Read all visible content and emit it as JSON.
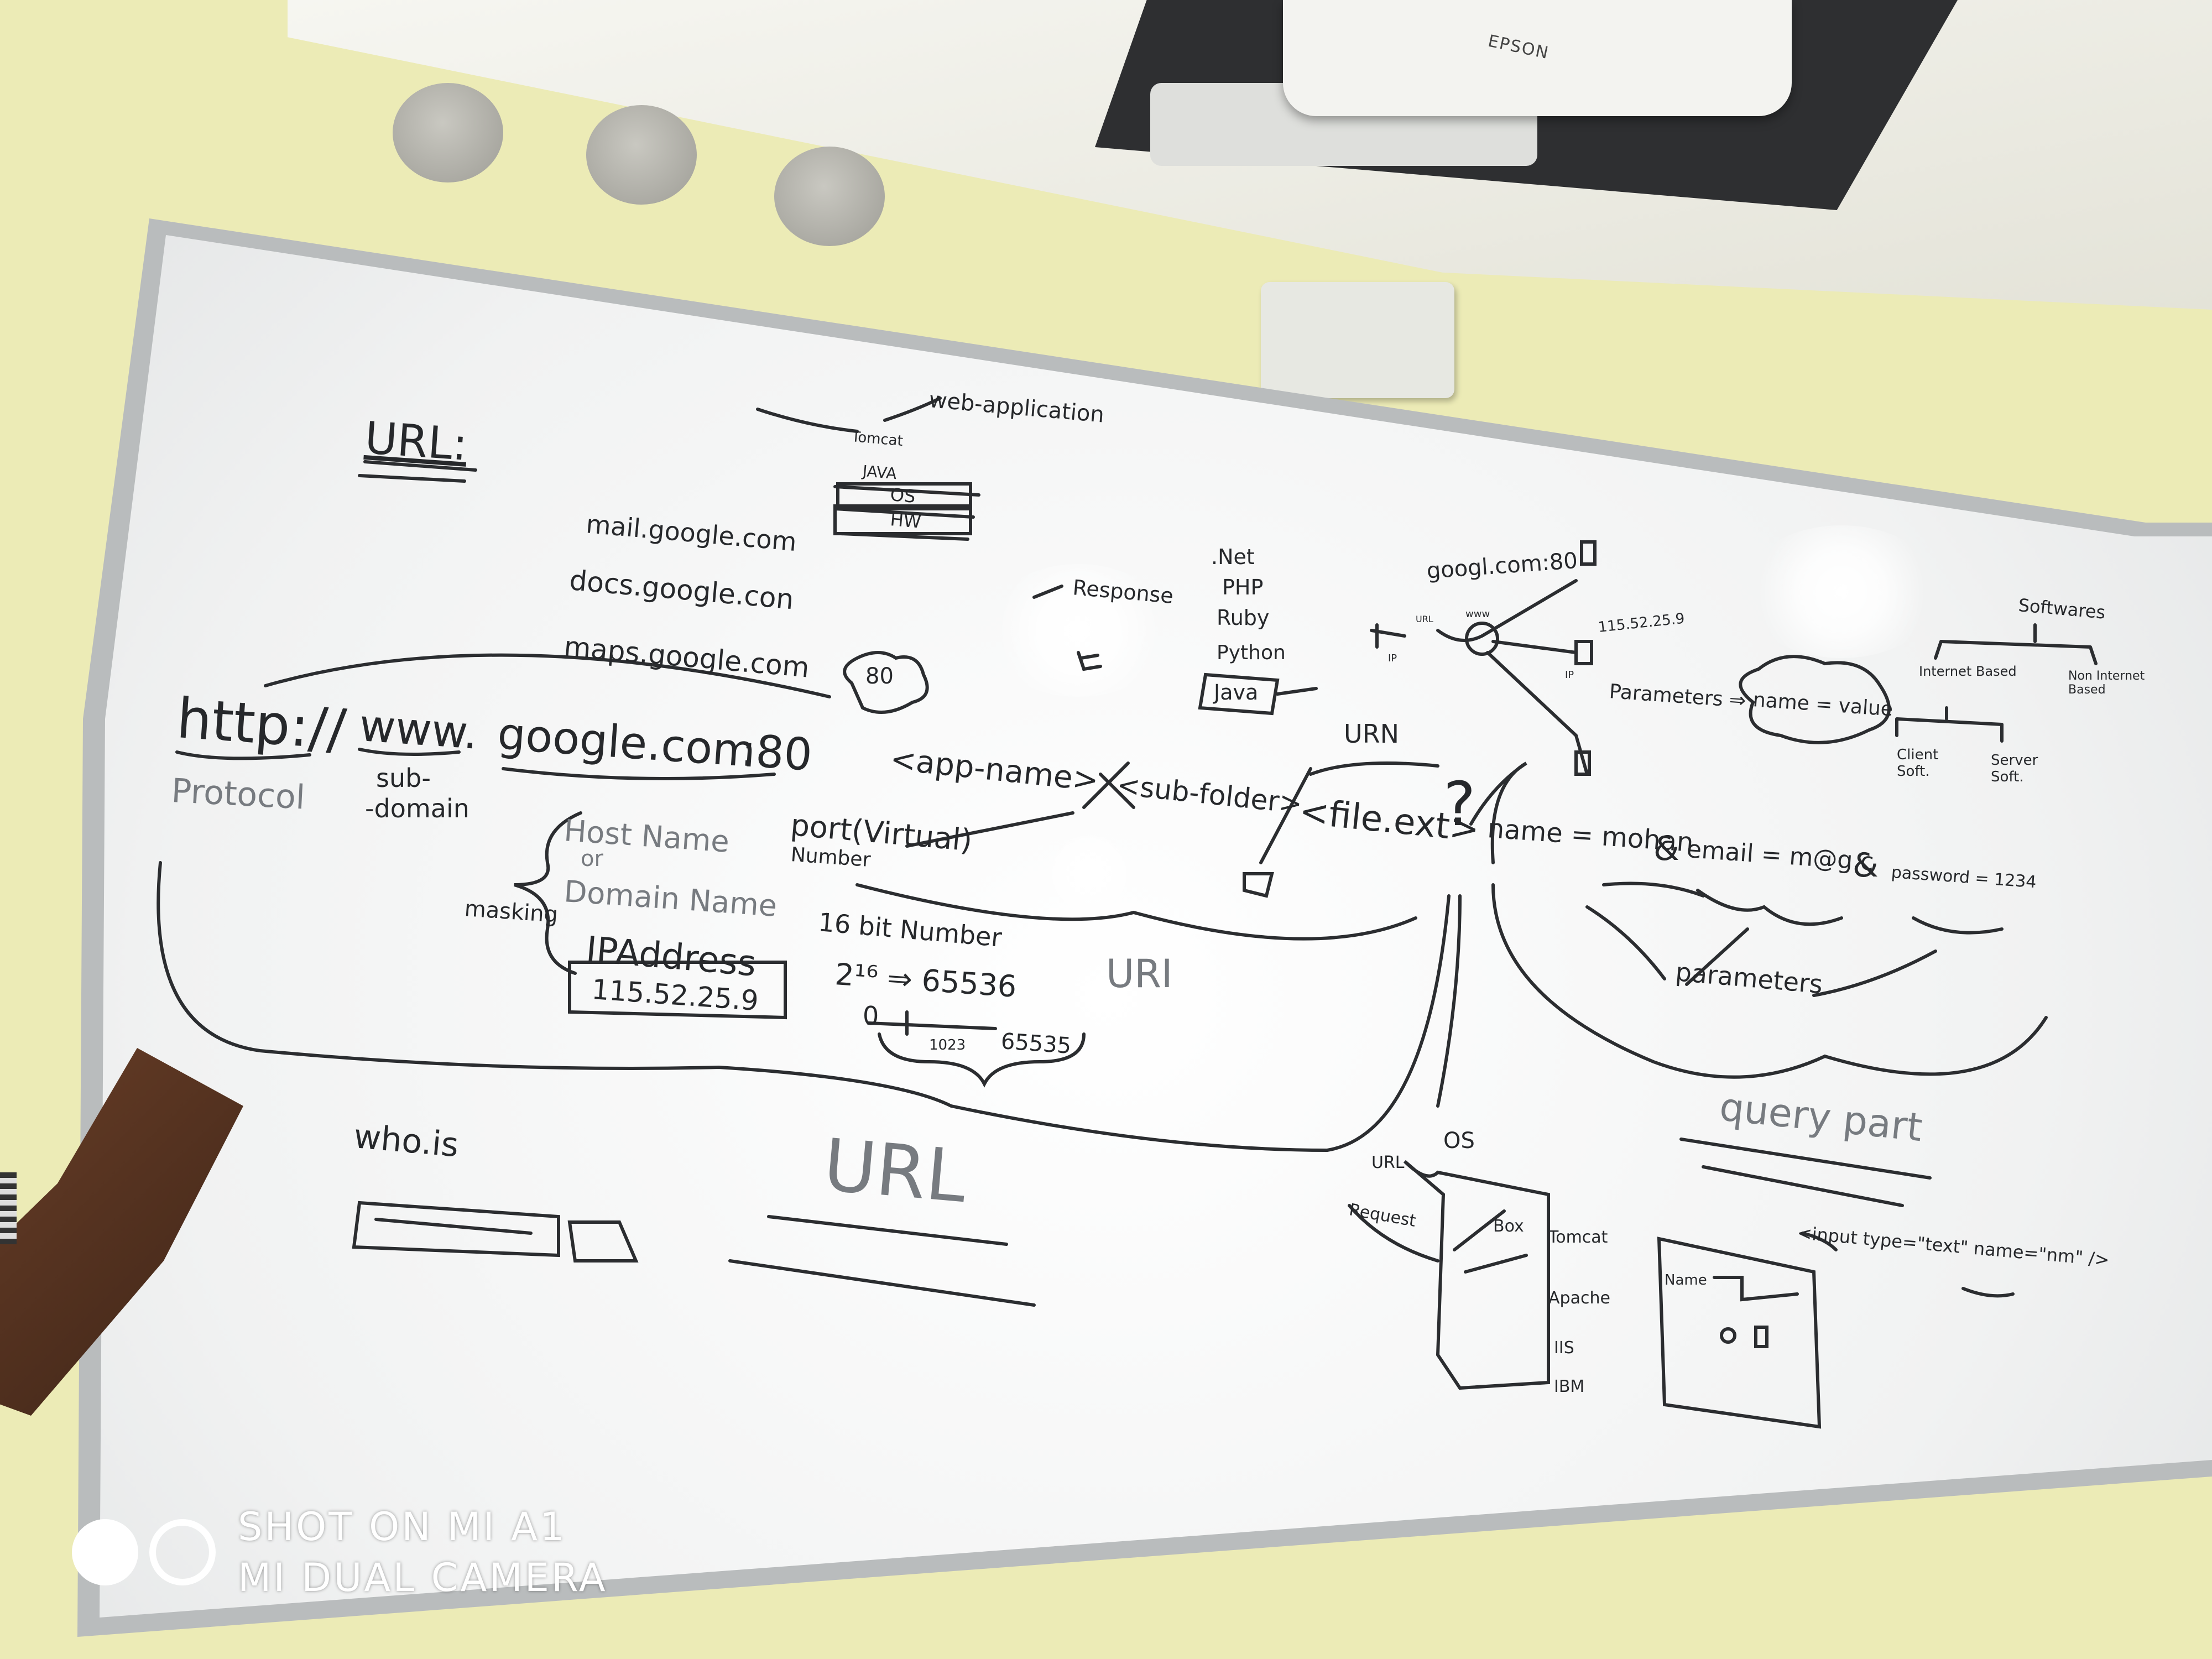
{
  "projector": {
    "brand": "EPSON"
  },
  "board": {
    "heading": "URL:",
    "stack": {
      "caption": "web-application",
      "layers": [
        "Tomcat",
        "JAVA",
        "OS",
        "HW"
      ]
    },
    "subdomains": [
      "mail.google.com",
      "docs.google.con",
      "maps.google.com"
    ],
    "url_parts": {
      "protocol": "http://",
      "sub": "www.",
      "domain": "google.com",
      "port": ":80",
      "app": "<app-name>",
      "subfolder": "<sub-folder>",
      "file": "<file.ext>",
      "question": "?"
    },
    "labels": {
      "protocol": "Protocol",
      "subdomain_1": "sub-",
      "subdomain_2": "-domain",
      "host_name": "Host Name",
      "or": "or",
      "domain_name": "Domain Name",
      "masking": "masking",
      "ip_address": "IPAddress",
      "ip_value": "115.52.25.9",
      "port_virtual": "port(Virtual)",
      "port_number": "Number",
      "bit_number": "16 bit Number",
      "power": "2¹⁶ ⇒ 65536",
      "range_start": "0",
      "range_mid": "1023",
      "range_end": "65535",
      "cloud_80": "80",
      "urn": "URN",
      "uri": "URI"
    },
    "query": {
      "params": [
        "name = mohan",
        "&",
        "email = m@g.c",
        "&",
        "password = 1234"
      ],
      "parameters_label": "parameters",
      "part_label": "query part"
    },
    "response_label": "Response",
    "languages": [
      ".Net",
      "PHP",
      "Ruby",
      "Python",
      "Java"
    ],
    "network": {
      "host": "googl.com:80",
      "ip": "115.52.25.9",
      "url_tag": "URL",
      "www_tag": "www",
      "ip_tag": "IP",
      "ip_tag_2": "IP"
    },
    "parameters_eq": "Parameters ⇒",
    "name_value": "name = value",
    "software_tree": {
      "root": "Softwares",
      "internet": "Internet Based",
      "non_internet": "Non Internet Based",
      "client": "Client Soft.",
      "server": "Server Soft."
    },
    "whois": "who.is",
    "url_big": "URL",
    "os_diagram": {
      "os": "OS",
      "url": "URL",
      "request": "Request",
      "box": "Box",
      "servers": [
        "Tomcat",
        "Apache",
        "IIS",
        "IBM"
      ]
    },
    "form_sketch": {
      "name": "Name",
      "input_tag": "<input type=\"text\" name=\"nm\" />"
    }
  },
  "watermark": {
    "line1": "SHOT ON MI A1",
    "line2": "MI DUAL CAMERA"
  }
}
